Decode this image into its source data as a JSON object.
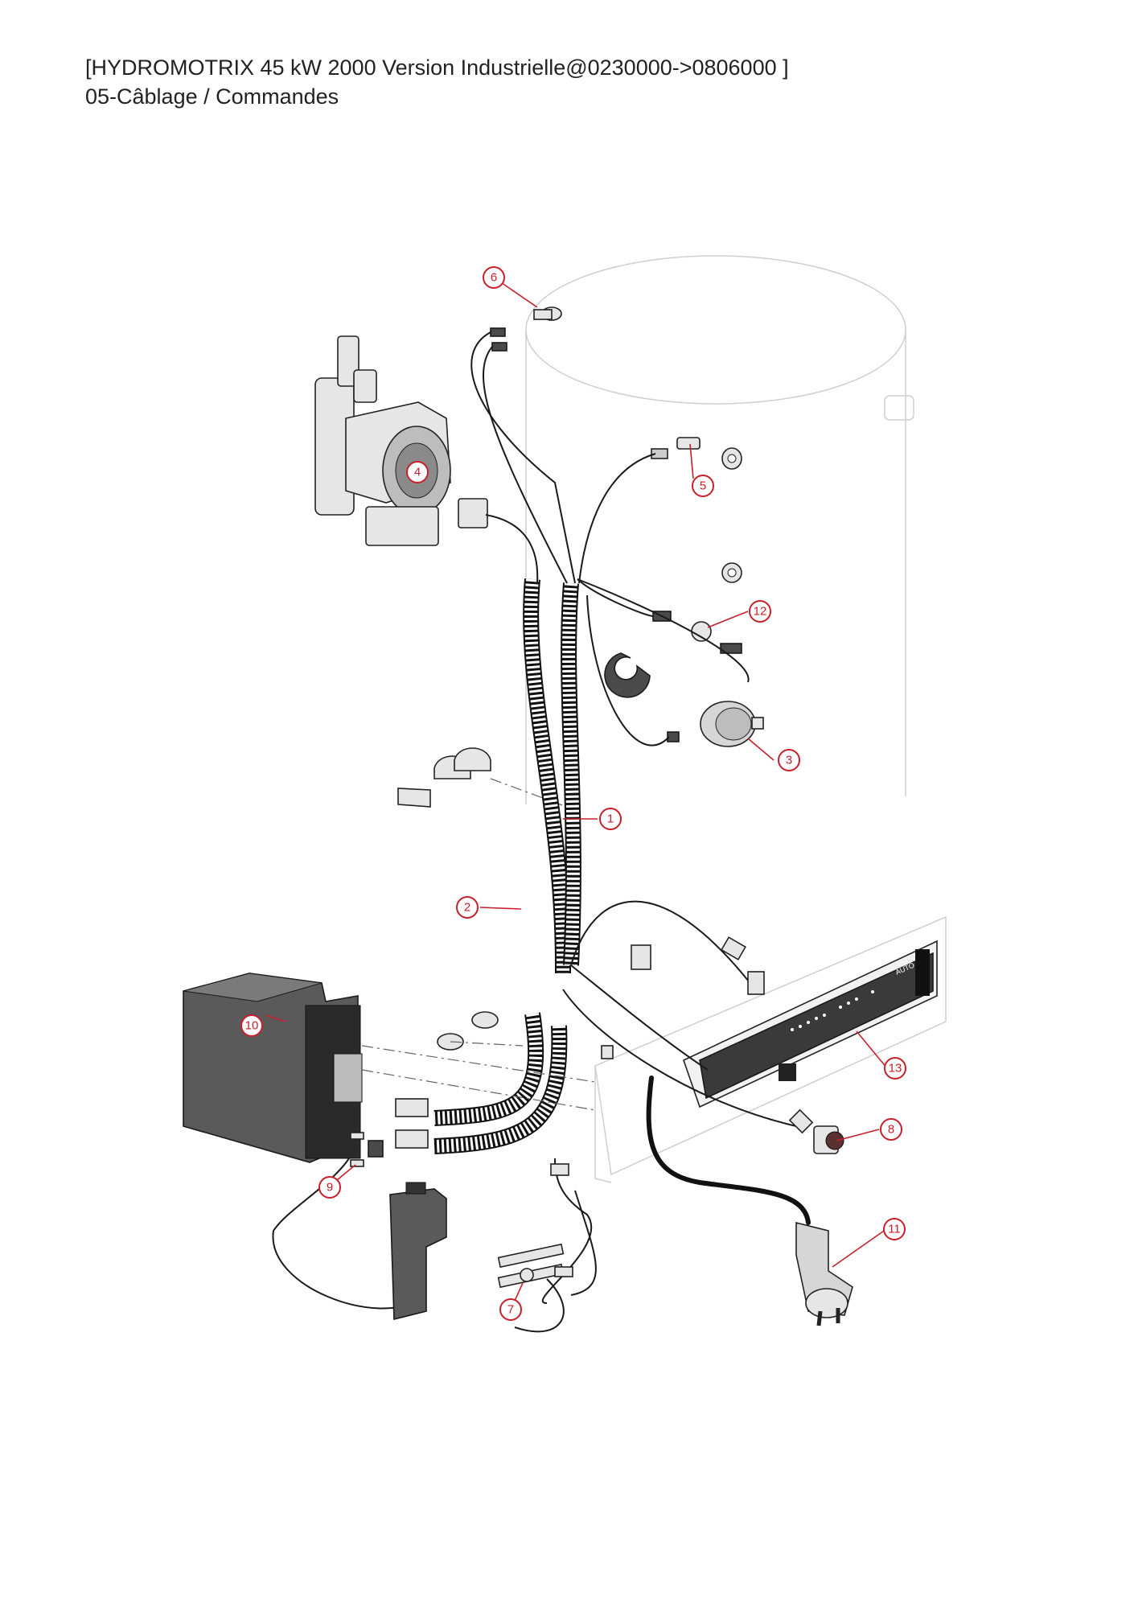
{
  "header": {
    "line1": "[HYDROMOTRIX 45 kW 2000 Version Industrielle@0230000->0806000 ]",
    "line2": "05-Câblage / Commandes"
  },
  "callouts": [
    "1",
    "2",
    "3",
    "4",
    "5",
    "6",
    "7",
    "8",
    "9",
    "10",
    "11",
    "12",
    "13"
  ],
  "panel_text": "AUTO",
  "colors": {
    "callout": "#c8202a",
    "line": "#1a1a1a",
    "tank_outline": "#cfcfcf",
    "housing": "#4a4a4a"
  }
}
